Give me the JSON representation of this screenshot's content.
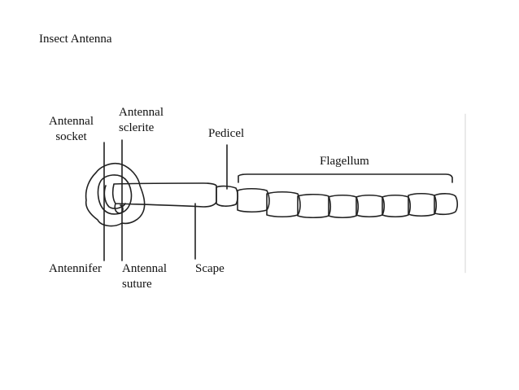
{
  "title": "Insect Antenna",
  "labels": {
    "antennal_socket": "Antennal\nsocket",
    "antennal_sclerite": "Antennal\nsclerite",
    "pedicel": "Pedicel",
    "flagellum": "Flagellum",
    "antennifer": "Antennifer",
    "antennal_suture": "Antennal\nsuture",
    "scape": "Scape"
  },
  "colors": {
    "line": "#222222",
    "background": "#ffffff"
  }
}
